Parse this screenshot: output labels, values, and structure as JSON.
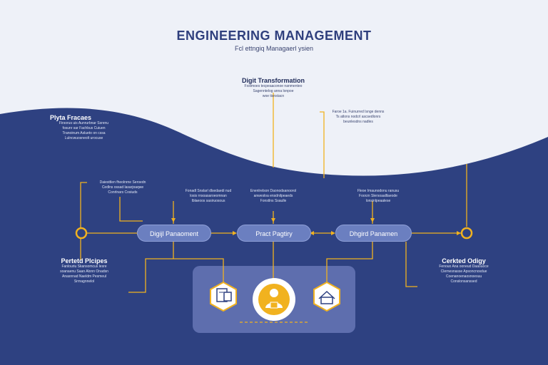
{
  "header": {
    "title": "ENGINEERING MANAGEMENT",
    "subtitle": "Fcl ettngiq Managaerl ysien"
  },
  "callouts": [
    {
      "id": "top-center",
      "title": "Digit Transformation",
      "lines": [
        "Fxstmoes tecpeaaconoe nanmenteo",
        "Sagenntelog anna lonpoe",
        "woe tisnstacn"
      ]
    },
    {
      "id": "top-right",
      "title": "",
      "lines": [
        "Faroe 1a. Fuinurred Isnge denns",
        "Ts atlons nodcrl ascsedlonrs",
        "beunlesdns nadles"
      ]
    },
    {
      "id": "top-left",
      "title": "Plyta Fracaes",
      "lines": [
        "Firsorus uis Aunrurbnar Ssrenu",
        "fosunr sar Fachbus Cuiuen",
        "Tranoinum Aslueto on cssa",
        "Lulncwuosneolt urocuse"
      ]
    },
    {
      "id": "mid-left",
      "title": "",
      "lines": [
        "Daiesttlen fheolnrne Seroedn",
        "Cedlns ossad lasarjoaqwe",
        "Conrlnars Cosiuds"
      ]
    },
    {
      "id": "mid-center-left",
      "title": "",
      "lines": [
        "Fonadl Snslarl dlsedaedi nud",
        "losis rnsoasaroeomnan",
        "Iblaeoos sasiruosous"
      ]
    },
    {
      "id": "mid-center",
      "title": "",
      "lines": [
        "Enenlrelson Daonodsanoorol",
        "anwesloa ensdnilpeaeds",
        "Fonstlns Ssaulle"
      ]
    },
    {
      "id": "mid-right",
      "title": "",
      "lines": [
        "Fleoe Imaunodonu ranusu",
        "Foorzn Slersoaalllaeode",
        "lonsinlpeaalese"
      ]
    },
    {
      "id": "bottom-left",
      "title": "Pertetd Plcipes",
      "lines": [
        "Fanlouriu Skansomcus lesre",
        "soanaenu Saan Alonn Onadsn",
        "Anasnnad Naeldm Pesmeul",
        "Srrnagnnelol"
      ]
    },
    {
      "id": "bottom-right",
      "title": "Cerkted Odigy",
      "lines": [
        "Fenouo Ana ooneud Daaouoce",
        "Clernesnasse Apsoncnosdue",
        "Coenanoenaosnoesuu",
        "Conslonsanssed"
      ]
    }
  ],
  "nodes": [
    {
      "id": "node-1",
      "label": "Digijl Panaoment"
    },
    {
      "id": "node-2",
      "label": "Pract Pagtiry"
    },
    {
      "id": "node-3",
      "label": "Dhgird Panamen"
    }
  ],
  "icons": [
    {
      "id": "document-icon",
      "kind": "hexagon"
    },
    {
      "id": "engineer-icon",
      "kind": "circle"
    },
    {
      "id": "workspace-icon",
      "kind": "hexagon"
    }
  ],
  "colors": {
    "background_light": "#eef1f8",
    "wave_navy": "#2e4181",
    "pill_fill": "#6b7fc0",
    "connector_gold": "#f1b21f",
    "icon_panel": "#6677b6",
    "title_navy": "#2f3f7d"
  }
}
